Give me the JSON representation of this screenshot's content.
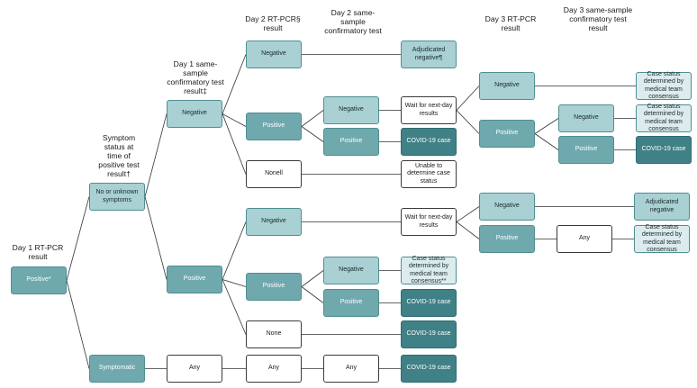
{
  "headers": {
    "day1_rtpcr": "Day 1 RT-PCR\nresult",
    "symptom": "Symptom\nstatus at\ntime of\npositive test\nresult†",
    "day1_conf": "Day 1 same-\nsample\nconfirmatory test\nresult‡",
    "day2_rtpcr": "Day 2 RT-PCR§\nresult",
    "day2_conf": "Day 2 same-\nsample\nconfirmatory test",
    "day3_rtpcr": "Day 3 RT-PCR\nresult",
    "day3_conf": "Day 3 same-sample\nconfirmatory test\nresult"
  },
  "nodes": {
    "positive_root": "Positive*",
    "no_unknown_symptoms": "No or unknown\nsymptoms",
    "symptomatic": "Symptomatic",
    "d1c_negative": "Negative",
    "d1c_positive": "Positive",
    "s_any_1": "Any",
    "a_negative": "Negative",
    "a_positive": "Positive",
    "a_nonell": "Nonell",
    "b_negative": "Negative",
    "b_positive": "Positive",
    "b_none": "None",
    "s_any_2": "Any",
    "a2_negative": "Negative",
    "a2_positive": "Positive",
    "b2_negative": "Negative",
    "b2_positive": "Positive",
    "s_any_3": "Any",
    "out_adjudicated_neg_1": "Adjudicated\nnegative¶",
    "out_wait_1": "Wait for next-day\nresults",
    "out_covid_1": "COVID-19 case",
    "out_unable": "Unable to\ndetermine case\nstatus",
    "out_wait_2": "Wait for next-day\nresults",
    "out_consensus_1": "Case status\ndetermined by\nmedical team\nconsensus**",
    "out_covid_2": "COVID-19 case",
    "out_covid_3": "COVID-19 case",
    "out_covid_4": "COVID-19 case",
    "d3_negative_1": "Negative",
    "d3_positive_1": "Positive",
    "d3_negative_2": "Negative",
    "d3_positive_2": "Positive",
    "d3c_negative": "Negative",
    "d3c_positive": "Positive",
    "d3c_any": "Any",
    "f_consensus_1": "Case status\ndetermined by\nmedical team\nconsensus",
    "f_consensus_2": "Case status\ndetermined by\nmedical team\nconsensus",
    "f_covid": "COVID-19 case",
    "f_adjudicated_neg": "Adjudicated\nnegative",
    "f_consensus_3": "Case status\ndetermined by\nmedical team\nconsensus"
  },
  "colors": {
    "light_teal": "#a9d0d3",
    "mid_teal": "#6fa9ad",
    "dark_teal": "#3f8186",
    "pale_teal": "#dcecee",
    "white": "#ffffff",
    "line": "#333333"
  }
}
